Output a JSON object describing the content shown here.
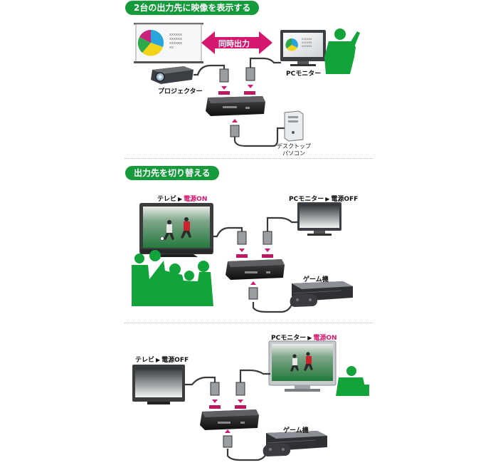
{
  "section1": {
    "title": "2台の出力先に映像を表示する",
    "simultaneous": "同時出力",
    "projector": "プロジェクター",
    "pc_monitor": "PCモニター",
    "desktop_line1": "デスクトップ",
    "desktop_line2": "パソコン",
    "slide_text": [
      "xxxxxx",
      "xxxxxx",
      "xxxxxx",
      "xx"
    ]
  },
  "section2": {
    "title": "出力先を切り替える",
    "scene_a": {
      "tv_label": "テレビ",
      "tv_state": "電源ON",
      "pc_label": "PCモニター",
      "pc_state": "電源OFF",
      "game": "ゲーム機"
    },
    "scene_b": {
      "tv_label": "テレビ",
      "tv_state": "電源OFF",
      "pc_label": "PCモニター",
      "pc_state": "電源ON",
      "game": "ゲーム機"
    }
  },
  "colors": {
    "accent_green": "#159a3c",
    "magenta": "#d6176f",
    "silhouette_green": "#12a43a"
  },
  "icons": [
    "pie-chart-icon",
    "projector-icon",
    "monitor-icon",
    "presenter-silhouette-icon",
    "switcher-icon",
    "desktop-pc-icon",
    "tv-icon",
    "game-console-icon",
    "audience-silhouette-icon",
    "hdmi-plug-icon"
  ]
}
